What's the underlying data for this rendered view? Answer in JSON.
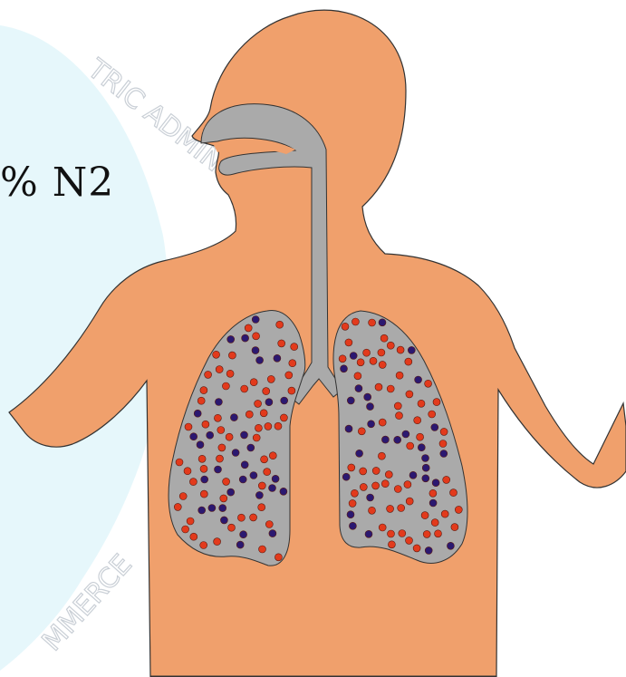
{
  "slide_text": {
    "gas_label": "% N2"
  },
  "watermark": {
    "text_top": "TRIC ADMINI",
    "text_bottom": "MMERCE"
  },
  "colors": {
    "skin": "#f0a06c",
    "outline": "#333333",
    "airway": "#aaaaaa",
    "lung": "#aaaaaa",
    "watermark_fill": "#e6f7fb",
    "watermark_text": "#c9cfd6",
    "particle_red": "#e23a1c",
    "particle_blue": "#2b1870"
  },
  "icons": {
    "body": "human-torso-icon",
    "particles": "gas-molecule-icon"
  }
}
